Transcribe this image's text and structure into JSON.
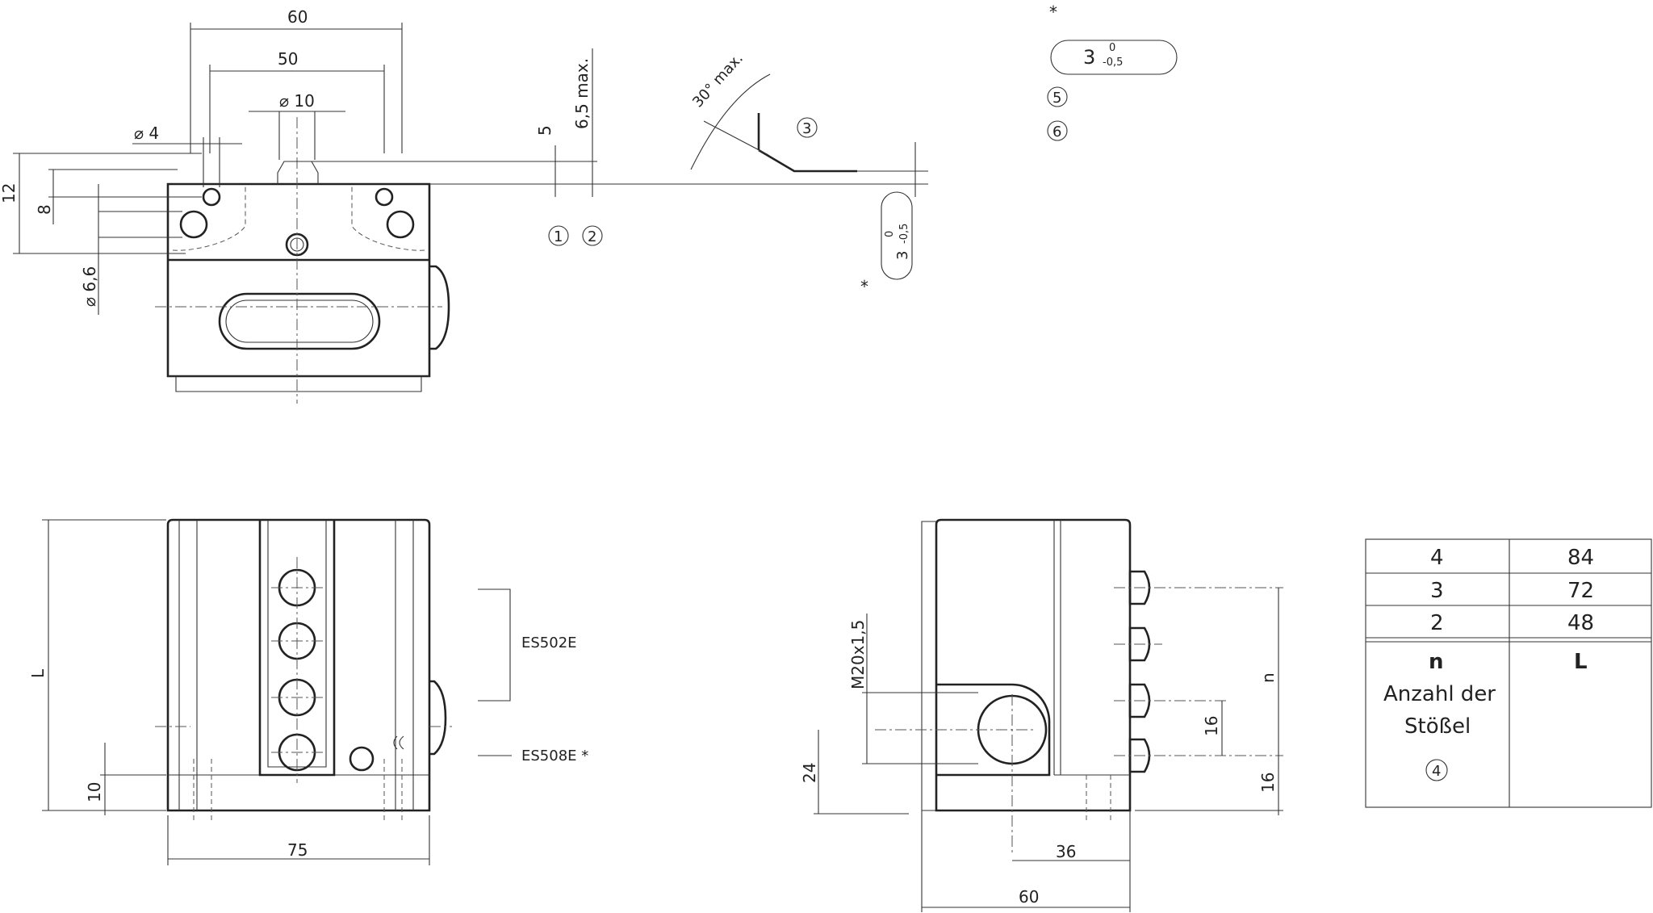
{
  "drawing": {
    "top_view": {
      "dim_60": "60",
      "dim_50": "50",
      "dim_dia10": "⌀ 10",
      "dim_dia4": "⌀ 4",
      "dim_5": "5",
      "dim_6_5max": "6,5 max.",
      "dim_12": "12",
      "dim_8": "8",
      "dim_dia6_6": "⌀ 6,6",
      "callout_1": "1",
      "callout_2": "2",
      "callout_3": "3",
      "angle_label": "30° max.",
      "tol_value": "3",
      "tol_upper": "0",
      "tol_lower": "-0,5",
      "tol_v_value": "3",
      "tol_v_upper": "0",
      "tol_v_lower": "-0,5",
      "asterisk_top": "*",
      "asterisk_left": "*",
      "callout_5": "5",
      "callout_6": "6"
    },
    "front_view": {
      "dim_L": "L",
      "dim_10": "10",
      "dim_75": "75",
      "label_es502e": "ES502E",
      "label_es508e": "ES508E *"
    },
    "side_view": {
      "dim_m20": "M20x1,5",
      "dim_24": "24",
      "dim_36": "36",
      "dim_60": "60",
      "dim_n": "n",
      "dim_16a": "16",
      "dim_16b": "16"
    }
  },
  "table": {
    "rows": [
      {
        "n": "4",
        "L": "84"
      },
      {
        "n": "3",
        "L": "72"
      },
      {
        "n": "2",
        "L": "48"
      }
    ],
    "header_n": "n",
    "header_L": "L",
    "header_desc_1": "Anzahl der",
    "header_desc_2": "Stößel",
    "callout_4": "4"
  }
}
